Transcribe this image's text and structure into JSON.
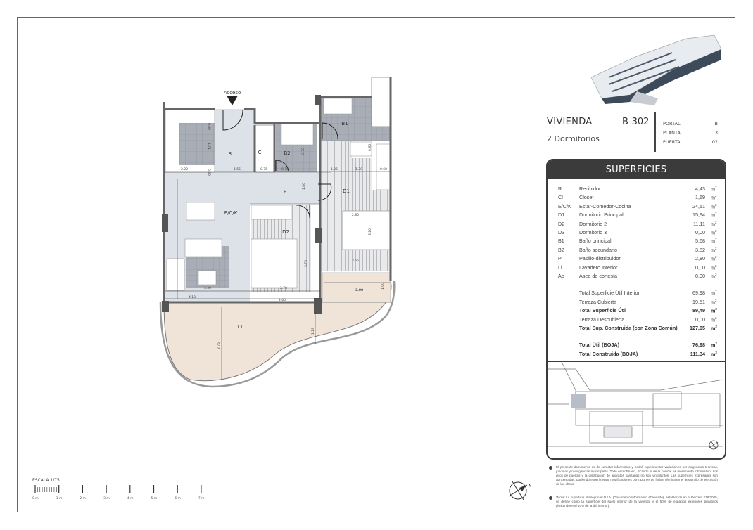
{
  "unit": {
    "title": "VIVIENDA",
    "code": "B-302",
    "bedrooms": "2 Dormitorios",
    "meta": [
      {
        "label": "PORTAL",
        "value": "B"
      },
      {
        "label": "PLANTA",
        "value": "3"
      },
      {
        "label": "PUERTA",
        "value": "02"
      }
    ]
  },
  "surfaces": {
    "title": "SUPERFICIES",
    "unit": "m",
    "unit_exp": "2",
    "rooms": [
      {
        "code": "R",
        "name": "Recibidor",
        "value": "4,43"
      },
      {
        "code": "Cl",
        "name": "Closet",
        "value": "1,69"
      },
      {
        "code": "E/C/K",
        "name": "Estar-Comedor-Cocina",
        "value": "24,51"
      },
      {
        "code": "D1",
        "name": "Dormitorio Principal",
        "value": "15,94"
      },
      {
        "code": "D2",
        "name": "Dormitorio 2",
        "value": "11,11"
      },
      {
        "code": "D3",
        "name": "Dormitorio 3",
        "value": "0,00"
      },
      {
        "code": "B1",
        "name": "Baño principal",
        "value": "5,68"
      },
      {
        "code": "B2",
        "name": "Baño secundario",
        "value": "3,82"
      },
      {
        "code": "P",
        "name": "Pasillo-distribuidor",
        "value": "2,80"
      },
      {
        "code": "Li",
        "name": "Lavadero Interior",
        "value": "0,00"
      },
      {
        "code": "Ac",
        "name": "Aseo de cortesía",
        "value": "0,00"
      }
    ],
    "totals": [
      {
        "name": "Total Superficie Útil Interior",
        "value": "69,98",
        "bold": false
      },
      {
        "name": "Terraza Cubierta",
        "value": "19,51",
        "bold": false
      },
      {
        "name": "Total Superficie Útil",
        "value": "89,49",
        "bold": true
      },
      {
        "name": "Terraza Descubierta",
        "value": "0,00",
        "bold": false
      },
      {
        "name": "Total Sup. Construida (con Zona Común)",
        "value": "127,05",
        "bold": true
      }
    ],
    "boja": [
      {
        "name": "Total Útil (BOJA)",
        "value": "76,98"
      },
      {
        "name": "Total Construida (BOJA)",
        "value": "111,34"
      }
    ]
  },
  "notes": [
    "El presente documento es de carácter informativo y podrá experimentar variaciones por exigencias técnicas, jurídicas y/o exigencias municipales. Todo el mobiliario, incluido el de la cocina, es meramente informativo. Los giros de puertas y la distribución de aparatos sanitarios no son vinculantes. Las superficies expresadas son aproximadas, pudiendo experimentar modificaciones por razones de índole técnica en el desarrollo de ejecución de las obras.",
    "*Nota: La superficie útil según el D.I.A. (Documento Informativo Abreviado), establecido en el Decreto 218/2005, se define como la superficie del suelo interior de la vivienda y el 50% de espacios exteriores privativos (limitándose al 10% de la útil interior)."
  ],
  "plan": {
    "access": "Acceso",
    "rooms": {
      "R": "R",
      "Cl": "Cl",
      "B2": "B2",
      "B1": "B1",
      "P": "P",
      "D1": "D1",
      "D2": "D2",
      "ECK": "E/C/K",
      "T1": "T1"
    },
    "dims": {
      "d220": "2.20",
      "d155": "1.55",
      "d075": "0.75",
      "d070": "0.70",
      "d125": "1.25",
      "d130": "1.30",
      "d060": "0.60",
      "d080a": "0.80",
      "d171": "1.71",
      "d080b": "0.80",
      "d180": "1.80",
      "d085": "0.85",
      "d280": "2.80",
      "d320": "3.20",
      "d365": "3.65",
      "d350": "3.50",
      "d270": "2.70",
      "d410": "4.10",
      "d275": "2.75",
      "d300": "3.00",
      "d100": "1.00",
      "d129": "1.29",
      "d375": "3.75",
      "d260": "2.60",
      "d070b": "0.70"
    },
    "north": "N"
  },
  "scale": {
    "label": "ESCALA 1/75",
    "ticks": [
      "0 m",
      "1 m",
      "2 m",
      "3 m",
      "4 m",
      "5 m",
      "6 m",
      "7 m"
    ]
  },
  "colors": {
    "tile": "#a9adb6",
    "living": "#dde1e8",
    "terrace": "#f0e4d8",
    "header": "#3b3b3b"
  }
}
